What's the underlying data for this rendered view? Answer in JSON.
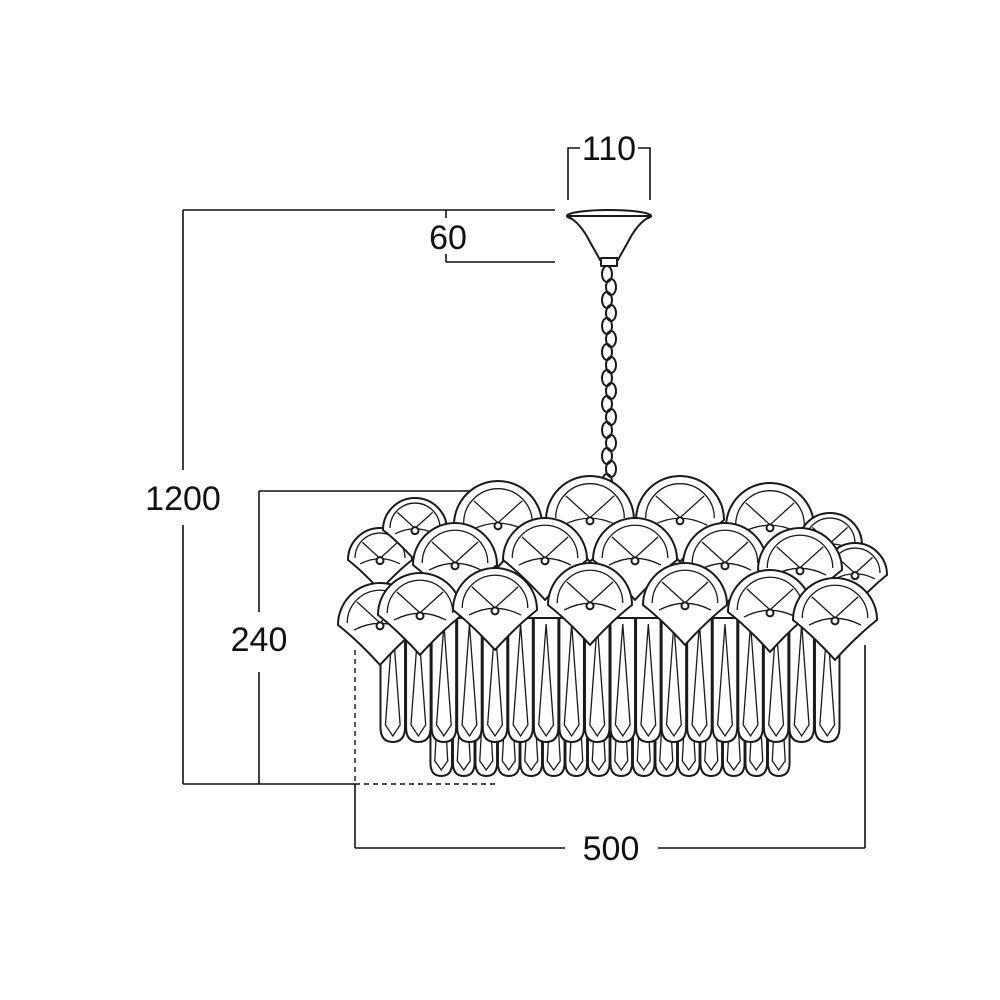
{
  "dimensions": {
    "canopy_diameter": "110",
    "canopy_height": "60",
    "overall_height": "1200",
    "body_height": "240",
    "body_diameter": "500"
  },
  "colors": {
    "line": "#1a1a1a",
    "background": "#ffffff"
  }
}
